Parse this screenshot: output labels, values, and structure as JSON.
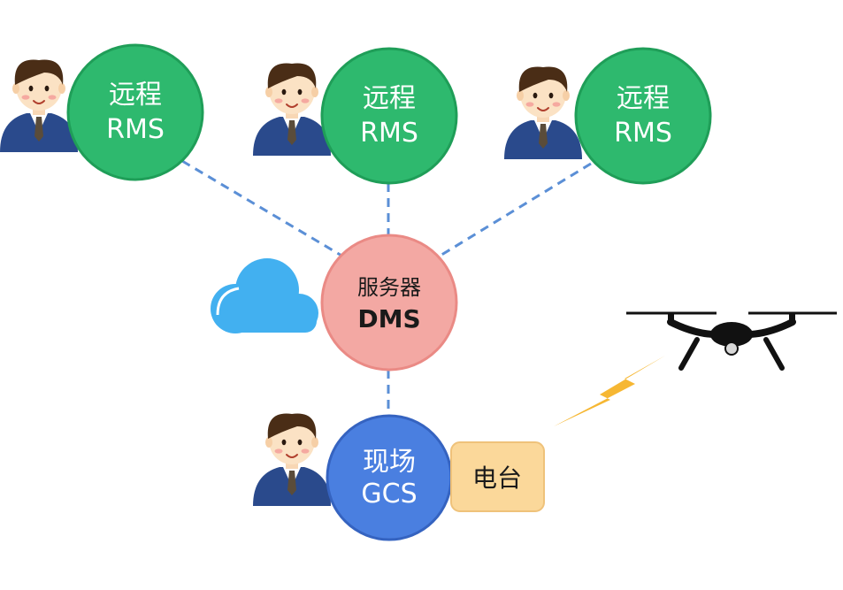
{
  "remote_nodes": [
    {
      "line1": "远程",
      "line2": "RMS"
    },
    {
      "line1": "远程",
      "line2": "RMS"
    },
    {
      "line1": "远程",
      "line2": "RMS"
    }
  ],
  "server_node": {
    "line1": "服务器",
    "line2": "DMS"
  },
  "ground_node": {
    "line1": "现场",
    "line2": "GCS"
  },
  "radio_box": {
    "label": "电台"
  },
  "colors": {
    "remote_fill": "#2eb96e",
    "remote_stroke": "#1f9e58",
    "server_fill": "#f3a8a3",
    "server_stroke": "#ea8a85",
    "ground_fill": "#4a7fe0",
    "ground_stroke": "#3563c0",
    "radio_fill": "#fbd89a",
    "radio_stroke": "#efc27a",
    "link_dashes": "#5b8fd6",
    "cloud": "#42b0f0",
    "bolt": "#f6b733",
    "drone": "#111111"
  }
}
